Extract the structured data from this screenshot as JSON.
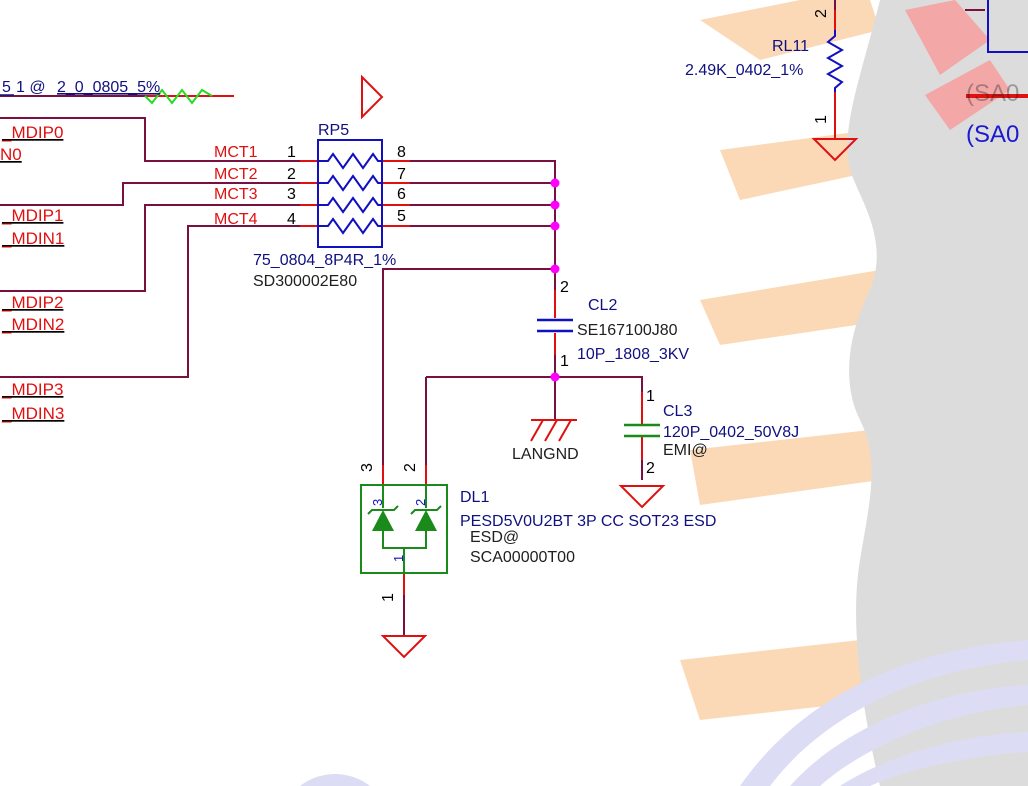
{
  "colors": {
    "wire": "#7a1040",
    "lead": "#e01010",
    "net_label": "#e01010",
    "ref": "#101080",
    "value": "#101080",
    "partno": "#202020",
    "pin": "#000000",
    "junction": "#ff00ff",
    "resistor_body": "#1010c0",
    "diode_body": "#1a8a1a",
    "capacitor": "#1010c0",
    "cap_green": "#1a8a1a",
    "ground": "#e01010",
    "green_resistor": "#22dd22",
    "watermark_orange": "#fbd9b6",
    "watermark_red": "#f3a7a7",
    "watermark_gray": "#dcdcdc",
    "watermark_purple": "#dcdcf4"
  },
  "top_left_label": {
    "part1": "5",
    "part2": "1 @",
    "part3": "2_0_0805_5%"
  },
  "net_labels_left": [
    "_MDIP0",
    "N0",
    "_MDIP1",
    "_MDIN1",
    "_MDIP2",
    "_MDIN2",
    "_MDIP3",
    "_MDIN3"
  ],
  "mct_labels": [
    "MCT1",
    "MCT2",
    "MCT3",
    "MCT4"
  ],
  "rp5": {
    "ref": "RP5",
    "value": "75_0804_8P4R_1%",
    "partno": "SD300002E80",
    "left_pins": [
      "1",
      "2",
      "3",
      "4"
    ],
    "right_pins": [
      "8",
      "7",
      "6",
      "5"
    ]
  },
  "cl2": {
    "ref": "CL2",
    "partno": "SE167100J80",
    "value": "10P_1808_3KV",
    "pin_top": "2",
    "pin_bottom": "1"
  },
  "cl3": {
    "ref": "CL3",
    "value": "120P_0402_50V8J",
    "option": "EMI@",
    "pin_top": "1",
    "pin_bottom": "2"
  },
  "rl11": {
    "ref": "RL11",
    "value": "2.49K_0402_1%",
    "pin_top": "2",
    "pin_bottom": "1"
  },
  "dl1": {
    "ref": "DL1",
    "value": "PESD5V0U2BT 3P CC SOT23 ESD",
    "option": "ESD@",
    "partno": "SCA00000T00",
    "pin_left": "3",
    "pin_right": "2",
    "pin_bottom": "1",
    "inner_pin_left": "3",
    "inner_pin_right": "2",
    "inner_pin_bottom": "1"
  },
  "langnd": "LANGND",
  "right_labels": {
    "gray": "(SA0",
    "blue": "(SA0"
  }
}
